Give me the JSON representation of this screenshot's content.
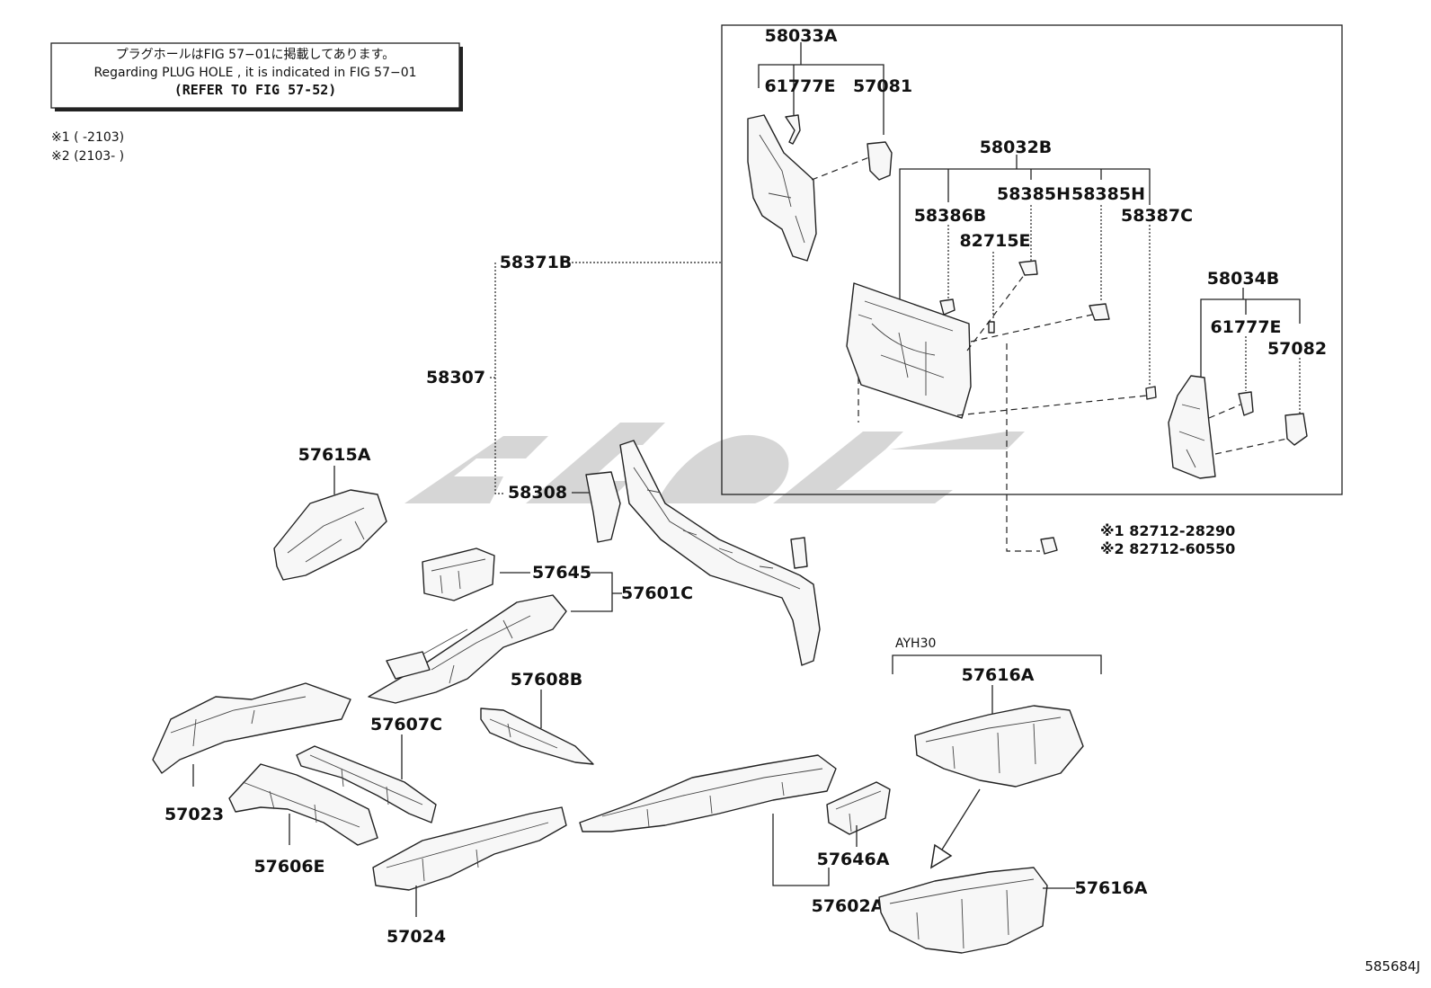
{
  "notice": {
    "line_jp": "プラグホールはFIG 57−01に掲載してあります。",
    "line_en": "Regarding  PLUG  HOLE , it is indicated in  FIG  57−01",
    "line_ref": "(REFER TO FIG 57-52)"
  },
  "legend": [
    "※1 (        -2103)",
    "※2 (2103-        )"
  ],
  "labels": {
    "p58033A": "58033A",
    "p61777E_a": "61777E",
    "p57081": "57081",
    "p58032B": "58032B",
    "p58385H_a": "58385H",
    "p58385H_b": "58385H",
    "p58386B": "58386B",
    "p58387C": "58387C",
    "p82715E": "82715E",
    "p58034B": "58034B",
    "p61777E_b": "61777E",
    "p57082": "57082",
    "p58371B": "58371B",
    "p58307": "58307",
    "p58308": "58308",
    "p57615A": "57615A",
    "p57645": "57645",
    "p57601C": "57601C",
    "p57608B": "57608B",
    "p57607C": "57607C",
    "p57023": "57023",
    "p57606E": "57606E",
    "p57024": "57024",
    "p57646A": "57646A",
    "p57602A": "57602A",
    "p57616A_a": "57616A",
    "p57616A_b": "57616A",
    "ayh30": "AYH30",
    "clip1": "※1 82712-28290",
    "clip2": "※2 82712-60550"
  },
  "figure_id": "585684J",
  "watermark_color": "#cfcfcf"
}
